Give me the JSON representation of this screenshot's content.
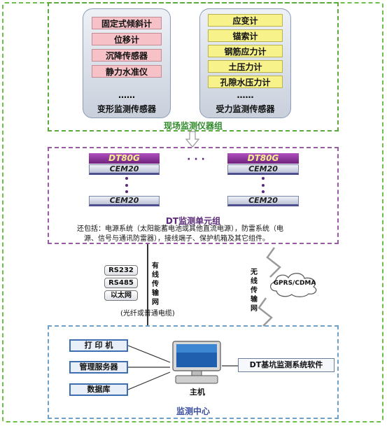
{
  "field_group": {
    "title": "现场监测仪器组",
    "deformation": {
      "title": "变形监测传感器",
      "items": [
        "固定式倾斜计",
        "位移计",
        "沉降传感器",
        "静力水准仪"
      ],
      "ellipsis": "……"
    },
    "force": {
      "title": "受力监测传感器",
      "items": [
        "应变计",
        "锚索计",
        "钢筋应力计",
        "土压力计",
        "孔隙水压力计"
      ],
      "ellipsis": "……"
    }
  },
  "dt_group": {
    "title": "DT监测单元组",
    "logger_label": "DT80G",
    "module_label": "CEM20",
    "dots": "· · ·",
    "note_line1": "还包括：电源系统（太阳能蓄电池或其他直流电源），防雷系统（电",
    "note_line2": "源、信号与通讯防雷器），接线端子、保护机箱及其它组件。"
  },
  "wired": {
    "protocols": [
      "RS232",
      "RS485",
      "以太网"
    ],
    "label": "有线传输网",
    "cable_note": "(光纤或普通电缆)"
  },
  "wireless": {
    "label": "无线传输网",
    "cloud_label": "GPRS/CDMA"
  },
  "center": {
    "title": "监测中心",
    "devices": [
      "打 印 机",
      "管理服务器",
      "数据库"
    ],
    "host_label": "主机",
    "software_label": "DT基坑监测系统软件"
  }
}
